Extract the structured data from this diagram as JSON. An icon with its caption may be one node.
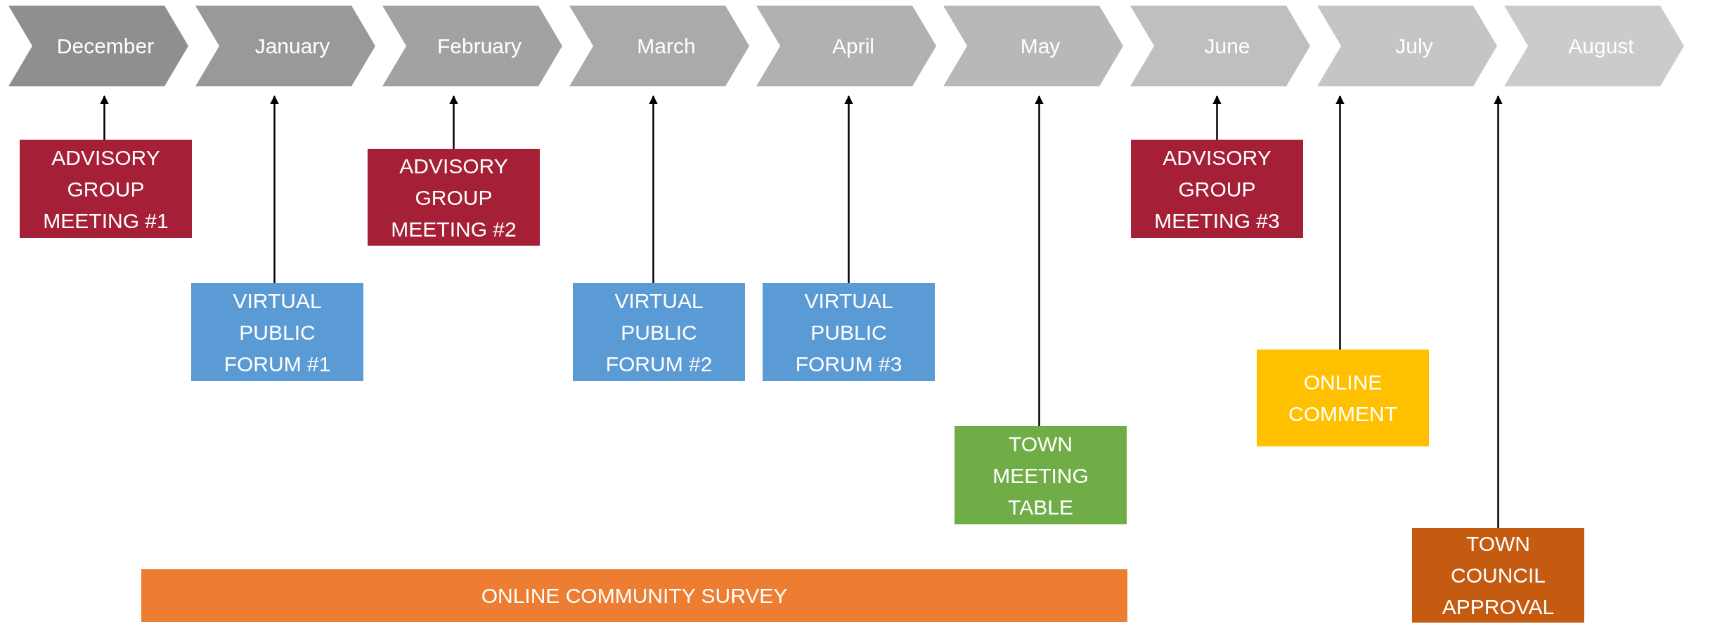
{
  "diagram": {
    "nodes": [
      {
        "text": [
          "December"
        ]
      },
      {
        "text": [
          "January"
        ]
      },
      {
        "text": [
          "February"
        ]
      },
      {
        "text": [
          "March"
        ]
      },
      {
        "text": [
          "April"
        ]
      },
      {
        "text": [
          "May"
        ]
      },
      {
        "text": [
          "June"
        ]
      },
      {
        "text": [
          "July"
        ]
      },
      {
        "text": [
          "August"
        ]
      },
      {
        "text": [
          "ADVISORY GROUP MEETING #1"
        ]
      },
      {
        "text": [
          "VIRTUAL PUBLIC FORUM #1"
        ]
      },
      {
        "text": [
          "ADVISORY GROUP MEETING #2"
        ]
      },
      {
        "text": [
          "VIRTUAL PUBLIC FORUM #2"
        ]
      },
      {
        "text": [
          "VIRTUAL PUBLIC FORUM #3"
        ]
      },
      {
        "text": [
          "TOWN MEETING TABLE"
        ]
      },
      {
        "text": [
          "ADVISORY GROUP MEETING #3"
        ]
      },
      {
        "text": [
          "ONLINE COMMENT"
        ]
      },
      {
        "text": [
          "TOWN COUNCIL APPROVAL"
        ]
      },
      {
        "text": [
          "ONLINE COMMUNITY SURVEY"
        ]
      }
    ],
    "edges": [
      {
        "from": 9,
        "to": 0,
        "arrow": "to"
      },
      {
        "from": 10,
        "to": 1,
        "arrow": "to"
      },
      {
        "from": 11,
        "to": 2,
        "arrow": "to"
      },
      {
        "from": 12,
        "to": 3,
        "arrow": "to"
      },
      {
        "from": 13,
        "to": 4,
        "arrow": "to"
      },
      {
        "from": 14,
        "to": 5,
        "arrow": "to"
      },
      {
        "from": 15,
        "to": 6,
        "arrow": "to"
      },
      {
        "from": 16,
        "to": 7,
        "arrow": "to"
      },
      {
        "from": 17,
        "to": 8,
        "arrow": "to"
      }
    ]
  }
}
